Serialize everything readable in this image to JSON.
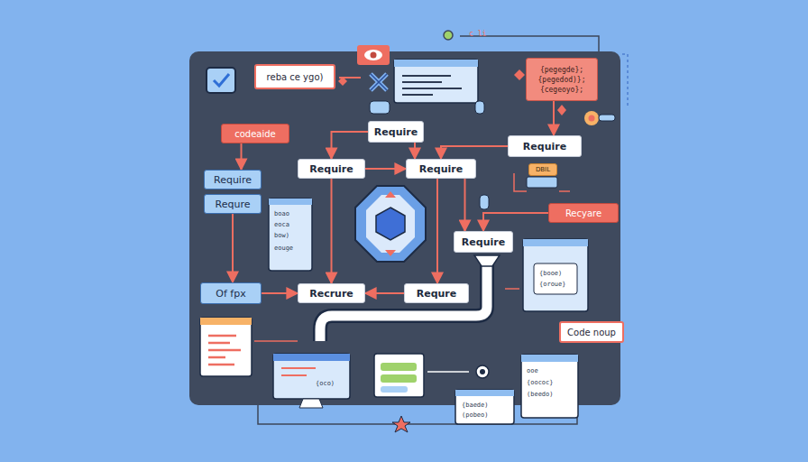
{
  "diagram": {
    "nodes": [
      {
        "text": [
          "reba ce ygo)"
        ]
      },
      {
        "text": [
          "{pegegde};",
          "{pegedod)};",
          "{cegeoyo};"
        ]
      },
      {
        "text": [
          "Require"
        ]
      },
      {
        "text": [
          "codeaide"
        ]
      },
      {
        "text": [
          "Require"
        ]
      },
      {
        "text": [
          "Require"
        ]
      },
      {
        "text": [
          "Require"
        ]
      },
      {
        "text": [
          "Require"
        ]
      },
      {
        "text": [
          "Requre"
        ]
      },
      {
        "text": [
          "Recyare"
        ]
      },
      {
        "text": [
          "Require"
        ]
      },
      {
        "text": [
          "Of fpx"
        ]
      },
      {
        "text": [
          "Recrure"
        ]
      },
      {
        "text": [
          "Requre"
        ]
      },
      {
        "text": [
          "Code noup"
        ]
      },
      {
        "text": [
          "DBIL"
        ]
      }
    ],
    "edges": [
      {
        "from": 2,
        "to": 5,
        "arrow": "to"
      },
      {
        "from": 2,
        "to": 6,
        "arrow": "to"
      },
      {
        "from": 5,
        "to": 6,
        "arrow": "to"
      },
      {
        "from": 5,
        "to": 12,
        "arrow": "to"
      },
      {
        "from": 6,
        "to": 13,
        "arrow": "to"
      },
      {
        "from": 13,
        "to": 12,
        "arrow": "to"
      },
      {
        "from": 3,
        "to": 7,
        "arrow": "to"
      },
      {
        "from": 8,
        "to": 11,
        "arrow": "to"
      },
      {
        "from": 11,
        "to": 12,
        "arrow": "to"
      },
      {
        "from": 6,
        "to": 10,
        "arrow": "to"
      },
      {
        "from": 4,
        "to": 6,
        "arrow": "to"
      },
      {
        "from": 9,
        "to": 10,
        "arrow": "to"
      },
      {
        "from": 1,
        "to": 4,
        "arrow": "to"
      }
    ],
    "labels": [
      "c li",
      "boao",
      "eoca",
      "bow)",
      "eouge",
      "{booe)",
      "{oroue}",
      "{oco)",
      "{baede)",
      "(pobeo)",
      "ooe",
      "{oococ}",
      "(beedo)"
    ]
  }
}
